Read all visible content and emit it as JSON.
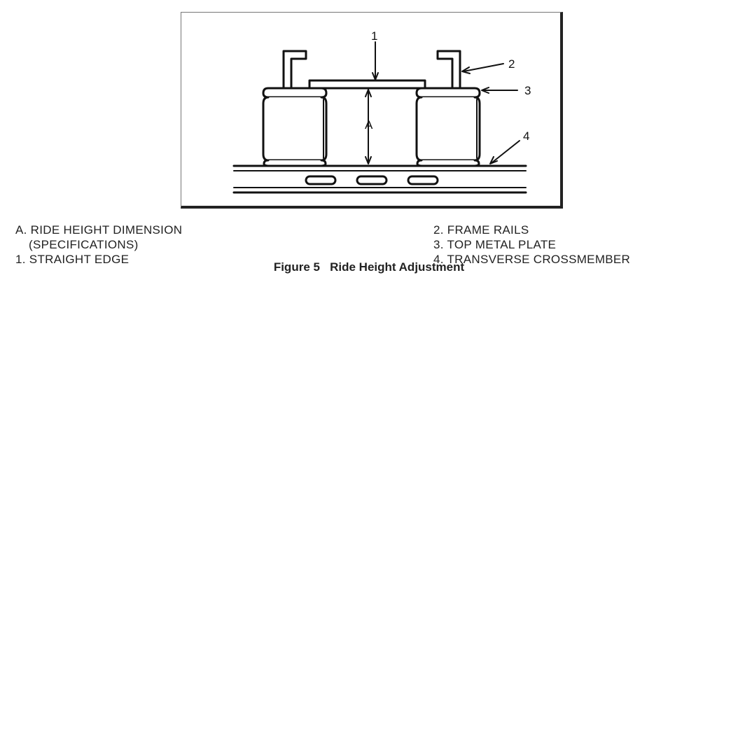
{
  "figure": {
    "callouts": {
      "straight_edge": "1",
      "frame_rails": "2",
      "top_metal_plate": "3",
      "transverse_crossmember": "4",
      "ride_height_dimension": "A"
    },
    "legend_left": [
      "A. RIDE HEIGHT DIMENSION",
      "(SPECIFICATIONS)",
      "1. STRAIGHT EDGE"
    ],
    "legend_right": [
      "2. FRAME RAILS",
      "3. TOP METAL PLATE",
      "4. TRANSVERSE CROSSMEMBER"
    ],
    "caption": "Figure 5   Ride Height Adjustment"
  }
}
